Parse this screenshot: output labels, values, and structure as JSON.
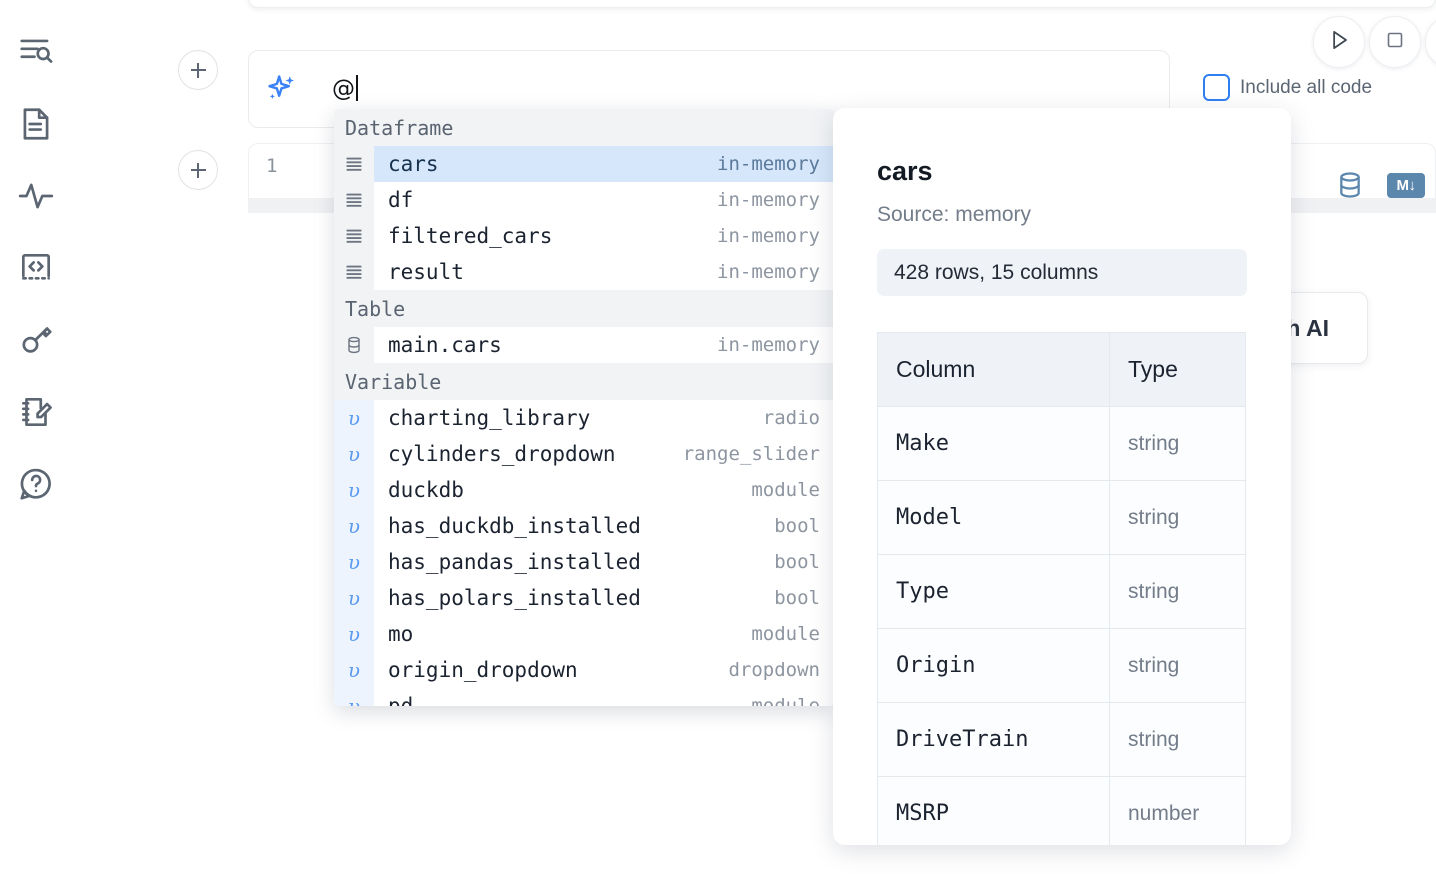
{
  "sidebar": {
    "items": [
      {
        "name": "file-explorer-icon",
        "label": "Explorer"
      },
      {
        "name": "notebook-icon",
        "label": "Notebook"
      },
      {
        "name": "activity-icon",
        "label": "Activity"
      },
      {
        "name": "code-snippet-icon",
        "label": "Snippets"
      },
      {
        "name": "secrets-key-icon",
        "label": "Secrets"
      },
      {
        "name": "scratchpad-icon",
        "label": "Scratchpad"
      },
      {
        "name": "help-icon",
        "label": "Help"
      }
    ]
  },
  "ai_cell": {
    "input_value": "@",
    "sparkle_icon": "sparkle-icon",
    "include_all_code_label": "Include all code",
    "include_all_code_checked": false,
    "run_icon": "play-icon",
    "stop_icon": "stop-icon"
  },
  "code_cell": {
    "line_number": "1",
    "database_icon": "database-icon",
    "markdown_icon": "markdown-icon",
    "markdown_label": "M↓"
  },
  "ai_button": {
    "label": "h AI"
  },
  "autocomplete": {
    "groups": [
      {
        "label": "Dataframe",
        "items": [
          {
            "icon": "dataframe-icon",
            "name": "cars",
            "type": "in-memory",
            "selected": true
          },
          {
            "icon": "dataframe-icon",
            "name": "df",
            "type": "in-memory",
            "selected": false
          },
          {
            "icon": "dataframe-icon",
            "name": "filtered_cars",
            "type": "in-memory",
            "selected": false
          },
          {
            "icon": "dataframe-icon",
            "name": "result",
            "type": "in-memory",
            "selected": false
          }
        ]
      },
      {
        "label": "Table",
        "items": [
          {
            "icon": "table-icon",
            "name": "main.cars",
            "type": "in-memory",
            "selected": false
          }
        ]
      },
      {
        "label": "Variable",
        "items": [
          {
            "icon": "variable-icon",
            "name": "charting_library",
            "type": "radio",
            "selected": false
          },
          {
            "icon": "variable-icon",
            "name": "cylinders_dropdown",
            "type": "range_slider",
            "selected": false
          },
          {
            "icon": "variable-icon",
            "name": "duckdb",
            "type": "module",
            "selected": false
          },
          {
            "icon": "variable-icon",
            "name": "has_duckdb_installed",
            "type": "bool",
            "selected": false
          },
          {
            "icon": "variable-icon",
            "name": "has_pandas_installed",
            "type": "bool",
            "selected": false
          },
          {
            "icon": "variable-icon",
            "name": "has_polars_installed",
            "type": "bool",
            "selected": false
          },
          {
            "icon": "variable-icon",
            "name": "mo",
            "type": "module",
            "selected": false
          },
          {
            "icon": "variable-icon",
            "name": "origin_dropdown",
            "type": "dropdown",
            "selected": false
          },
          {
            "icon": "variable-icon",
            "name": "pd",
            "type": "module",
            "selected": false
          }
        ]
      }
    ]
  },
  "detail": {
    "title": "cars",
    "source": "Source: memory",
    "stats": "428 rows, 15 columns",
    "columns_header": "Column",
    "type_header": "Type",
    "rows": [
      {
        "column": "Make",
        "type": "string"
      },
      {
        "column": "Model",
        "type": "string"
      },
      {
        "column": "Type",
        "type": "string"
      },
      {
        "column": "Origin",
        "type": "string"
      },
      {
        "column": "DriveTrain",
        "type": "string"
      },
      {
        "column": "MSRP",
        "type": "number"
      }
    ]
  },
  "colors": {
    "accent_blue": "#2f7ef0",
    "selected_row": "#d6e7fb",
    "group_header_bg": "#f1f3f5",
    "variable_gutter": "#eef4fd",
    "icon_gray": "#5c6672",
    "db_icon": "#5b87ad"
  }
}
